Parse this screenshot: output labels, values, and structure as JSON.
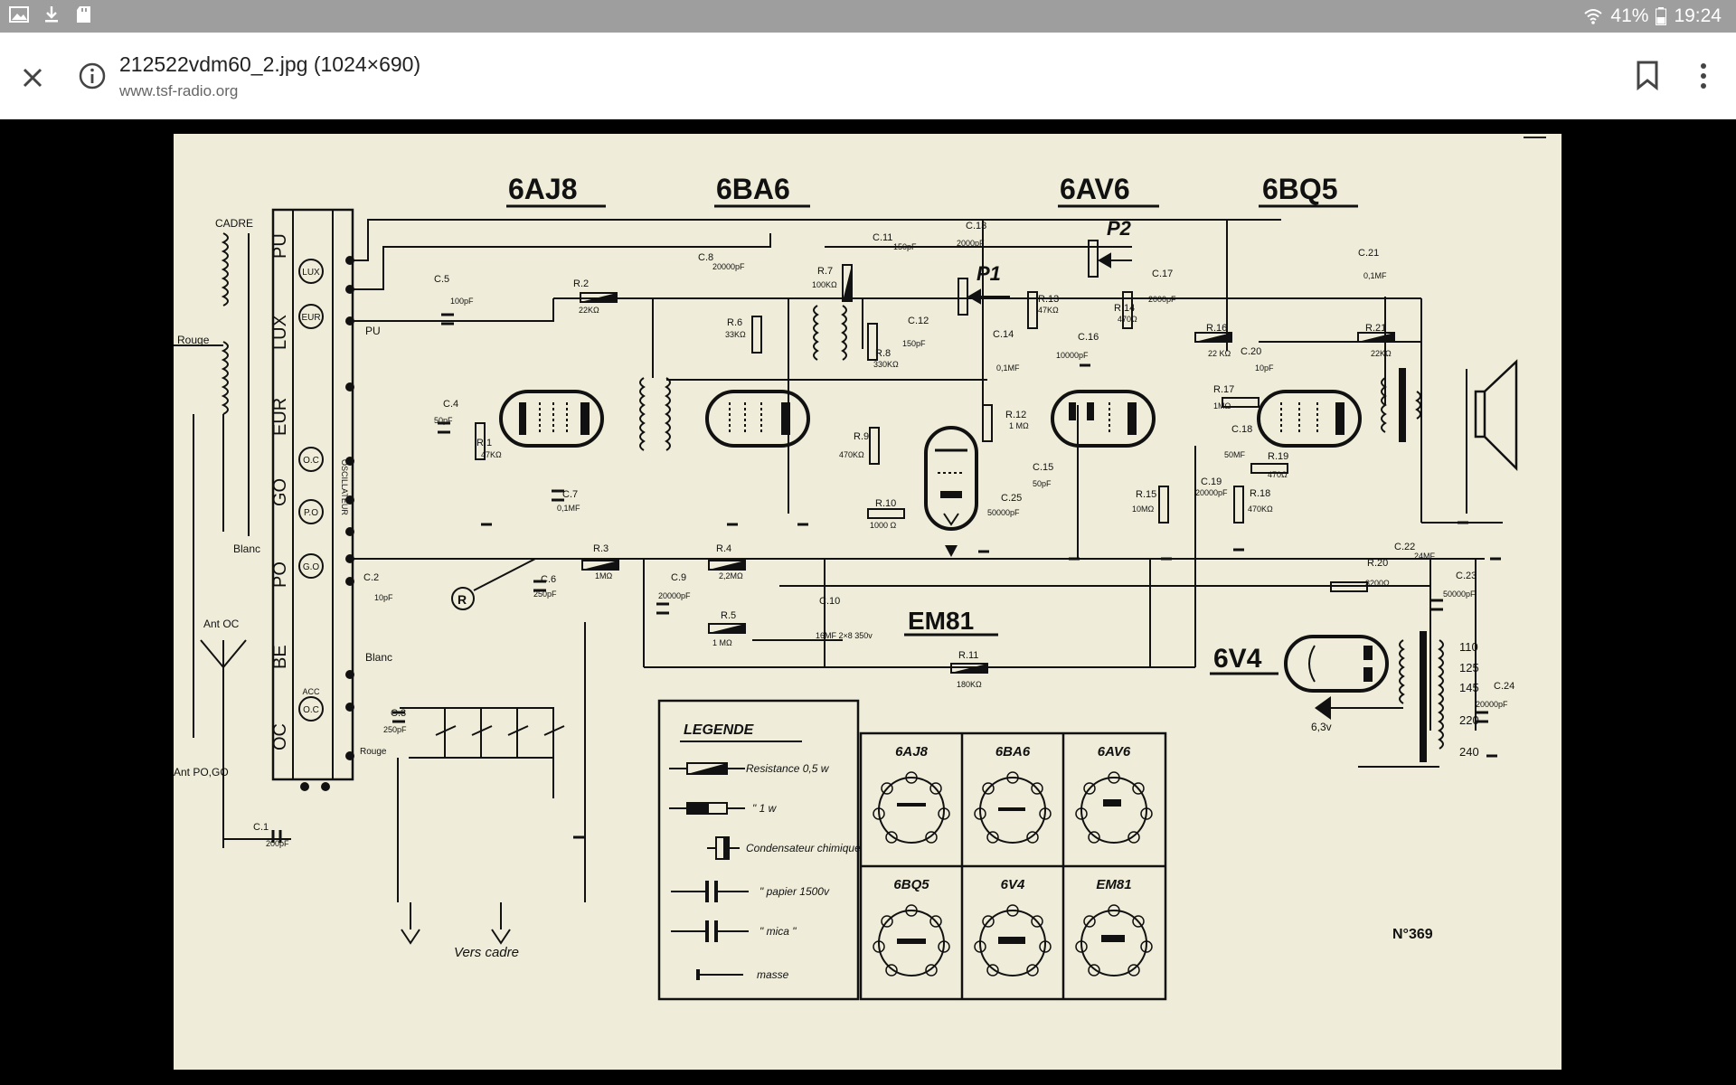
{
  "status_bar": {
    "battery": "41%",
    "time": "19:24",
    "icons": [
      "image-icon",
      "download-icon",
      "sd-card-icon",
      "wifi-icon",
      "battery-icon"
    ]
  },
  "app_bar": {
    "title": "212522vdm60_2.jpg (1024×690)",
    "source": "www.tsf-radio.org"
  },
  "schematic": {
    "tube_labels": [
      "6AJ8",
      "6BA6",
      "6AV6",
      "6BQ5",
      "EM81",
      "6V4"
    ],
    "band_switch": [
      "PU",
      "LUX",
      "EUR",
      "GO",
      "PO",
      "BE",
      "OC"
    ],
    "switch_circles": [
      "LUX",
      "EUR",
      "O.C",
      "P.O",
      "G.O",
      "O.C"
    ],
    "osc_label": "OSCILLATEUR",
    "acc_label": "ACC",
    "cadre": "CADRE",
    "rouge": "Rouge",
    "blanc": "Blanc",
    "ant_oc": "Ant OC",
    "ant_po_go": "Ant PO,GO",
    "vers_cadre": "Vers cadre",
    "pu": "PU",
    "p1": "P1",
    "p2": "P2",
    "sheet_number": "N°369",
    "transformer_taps": [
      "110",
      "125",
      "145",
      "220",
      "240"
    ],
    "heater": "6,3v",
    "components": [
      {
        "name": "C.13",
        "value": "2000pF"
      },
      {
        "name": "C.8",
        "value": "20000pF"
      },
      {
        "name": "C.11",
        "value": "150pF"
      },
      {
        "name": "C.5",
        "value": "100pF"
      },
      {
        "name": "R.2",
        "value": "22KΩ"
      },
      {
        "name": "R.7",
        "value": "100KΩ"
      },
      {
        "name": "R.6",
        "value": "33KΩ"
      },
      {
        "name": "C.12",
        "value": "150pF"
      },
      {
        "name": "R.8",
        "value": "330KΩ"
      },
      {
        "name": "C.4",
        "value": "50pF"
      },
      {
        "name": "R.1",
        "value": "47KΩ"
      },
      {
        "name": "C.7",
        "value": "0,1MF"
      },
      {
        "name": "R.9",
        "value": "470KΩ"
      },
      {
        "name": "R.10",
        "value": "1000 Ω"
      },
      {
        "name": "C.14",
        "value": "0,1MF"
      },
      {
        "name": "R.12",
        "value": "1 MΩ"
      },
      {
        "name": "C.15",
        "value": "50pF"
      },
      {
        "name": "C.25",
        "value": "50000pF"
      },
      {
        "name": "R.13",
        "value": "47KΩ"
      },
      {
        "name": "C.16",
        "value": "10000pF"
      },
      {
        "name": "R.14",
        "value": "470Ω"
      },
      {
        "name": "C.17",
        "value": "2000pF"
      },
      {
        "name": "C.21",
        "value": "0,1MF"
      },
      {
        "name": "R.16",
        "value": "22 KΩ"
      },
      {
        "name": "R.21",
        "value": "22KΩ"
      },
      {
        "name": "C.20",
        "value": "10pF"
      },
      {
        "name": "R.17",
        "value": "1MΩ"
      },
      {
        "name": "C.18",
        "value": "50MF"
      },
      {
        "name": "R.19",
        "value": "470Ω"
      },
      {
        "name": "C.19",
        "value": "20000pF"
      },
      {
        "name": "R.18",
        "value": "470KΩ"
      },
      {
        "name": "R.15",
        "value": "10MΩ"
      },
      {
        "name": "R.3",
        "value": "1MΩ"
      },
      {
        "name": "R.4",
        "value": "2,2MΩ"
      },
      {
        "name": "C.9",
        "value": "20000pF"
      },
      {
        "name": "R.5",
        "value": "1 MΩ"
      },
      {
        "name": "C.10",
        "value": "16MF 2×8 350v"
      },
      {
        "name": "C.6",
        "value": "250pF"
      },
      {
        "name": "C.2",
        "value": "10pF"
      },
      {
        "name": "C.3",
        "value": "250pF"
      },
      {
        "name": "C.1",
        "value": "200pF"
      },
      {
        "name": "R.11",
        "value": "180KΩ"
      },
      {
        "name": "R.20",
        "value": "3200Ω"
      },
      {
        "name": "C.22",
        "value": "24MF"
      },
      {
        "name": "C.23",
        "value": "50000pF"
      },
      {
        "name": "C.24",
        "value": "20000pF"
      }
    ],
    "legend": {
      "title": "LEGENDE",
      "items": [
        {
          "label": "Resistance  0,5 w"
        },
        {
          "label": "\"          1 w"
        },
        {
          "label": "Condensateur chimique"
        },
        {
          "label": "\"    papier 1500v"
        },
        {
          "label": "\"    mica   \""
        },
        {
          "label": "masse"
        }
      ]
    },
    "pinouts": [
      "6AJ8",
      "6BA6",
      "6AV6",
      "6BQ5",
      "6V4",
      "EM81"
    ]
  }
}
